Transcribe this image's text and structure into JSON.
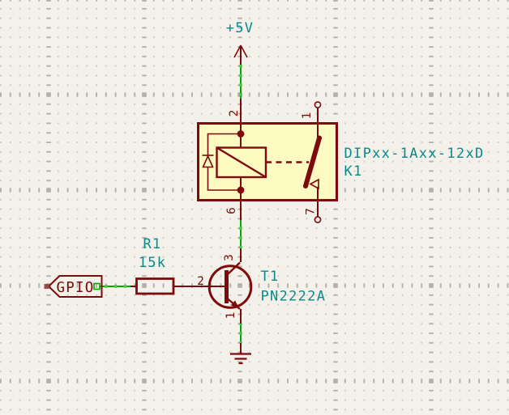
{
  "colors": {
    "bg": "#F3F1EA",
    "grid_minor": "#C7C6C0",
    "grid_major": "#B2B1AB",
    "symbol": "#7E0B0B",
    "symbol_fill": "#FDFAC2",
    "wire": "#00A800",
    "wire_tick": "#46CB46",
    "field": "#0A8A8A",
    "label_anchor": "#9B4A4A"
  },
  "power": {
    "label": "+5V"
  },
  "relay": {
    "reference": "K1",
    "value": "DIPxx-1Axx-12xD",
    "pins": {
      "p1": "1",
      "p2": "2",
      "p6": "6",
      "p7": "7"
    }
  },
  "transistor": {
    "reference": "T1",
    "value": "PN2222A",
    "pins": {
      "base": "2",
      "collector": "3",
      "emitter": "1"
    }
  },
  "resistor": {
    "reference": "R1",
    "value": "15k"
  },
  "gpio_label": {
    "text": "GPIO"
  }
}
